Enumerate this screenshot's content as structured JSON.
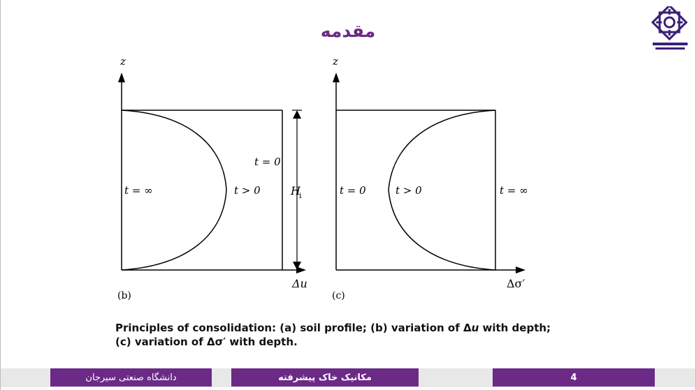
{
  "slide": {
    "title": "مقدمه",
    "logo_icon": "university-seal-icon",
    "colors": {
      "accent": "#6b2a86",
      "footer_background": "#e8e8e8"
    }
  },
  "figure": {
    "left_panel": {
      "z_label": "z",
      "label_t_inf": "t = ∞",
      "label_t_gt0": "t > 0",
      "label_t_0": "t = 0",
      "h_label": "H",
      "h_subscript": "i",
      "x_axis_label": "Δu",
      "panel_label": "(b)"
    },
    "right_panel": {
      "z_label": "z",
      "label_t_0": "t = 0",
      "label_t_gt0": "t > 0",
      "label_t_inf": "t = ∞",
      "x_axis_label": "Δσ′",
      "panel_label": "(c)"
    }
  },
  "caption": {
    "line1_prefix": "Principles of consolidation: (a) soil profile; (b) variation of Δ",
    "line1_var": "u",
    "line1_suffix": " with depth;",
    "line2": "(c) variation of Δσ′ with depth."
  },
  "footer": {
    "university": "دانشگاه صنعتی سیرجان",
    "course": "مکانیک خاک پیشرفته",
    "page_number": "4"
  }
}
